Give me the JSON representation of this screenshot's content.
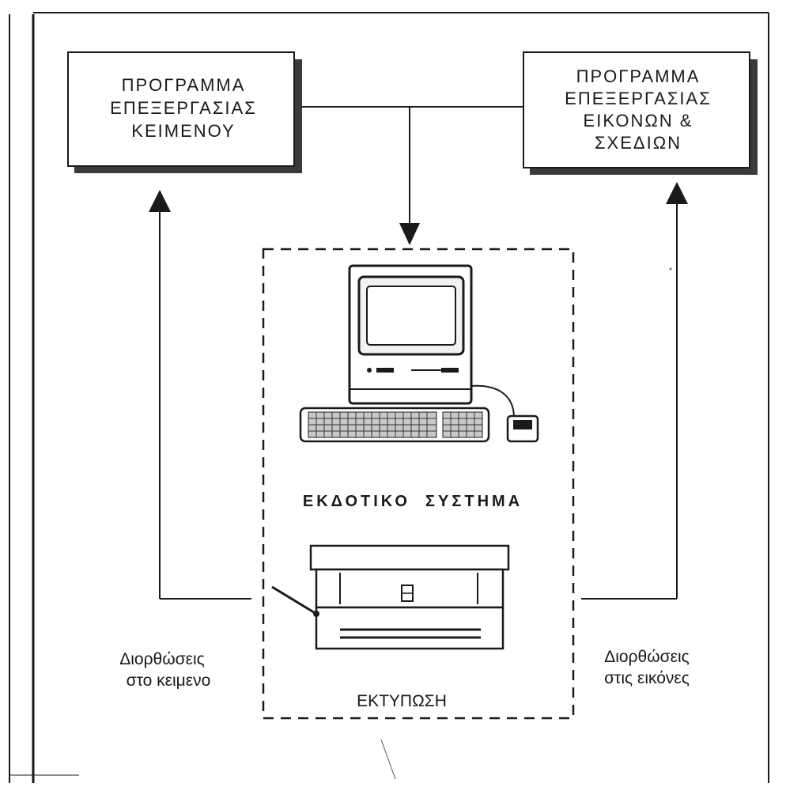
{
  "text_program": {
    "lines": [
      "ΠΡΟΓΡΑΜΜΑ",
      "ΕΠΕΞΕΡΓΑΣΙΑΣ",
      "ΚΕΙΜΕΝΟΥ"
    ]
  },
  "image_program": {
    "lines": [
      "ΠΡΟΓΡΑΜΜΑ",
      "ΕΠΕΞΕΡΓΑΣΙΑΣ",
      "ΕΙΚΟΝΩΝ &",
      "ΣΧΕΔΙΩΝ"
    ]
  },
  "system_label": "ΕΚΔΟΤΙΚΟ  ΣΥΣΤΗΜΑ",
  "print_label": "ΕΚΤΥΠΩΣΗ",
  "left_correction": [
    "Διορθώσεις",
    "στο κειμενο"
  ],
  "right_correction": [
    "Διορθώσεις",
    "στις εικόνες"
  ],
  "icons": [
    "computer-icon",
    "keyboard-icon",
    "mouse-icon",
    "printer-icon"
  ]
}
